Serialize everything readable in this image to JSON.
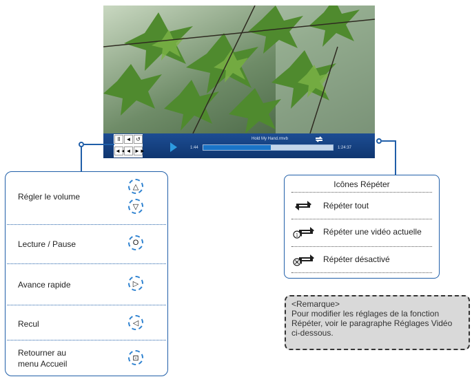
{
  "player": {
    "filename": "Hold My Hand.rmvb",
    "elapsed": "1:44",
    "total": "1:24:37",
    "progress": 0.52
  },
  "controls_pad": [
    "II",
    "◄",
    "↺",
    "◄◄",
    "◄",
    "►►"
  ],
  "left_panel": {
    "rows": [
      {
        "label": "Régler le volume",
        "icons": [
          "△",
          "▽"
        ]
      },
      {
        "label": "Lecture / Pause",
        "icons": [
          "O"
        ]
      },
      {
        "label": "Avance rapide",
        "icons": [
          "▷"
        ]
      },
      {
        "label": "Recul",
        "icons": [
          "◁"
        ]
      },
      {
        "label": "Retourner au\nmenu Accueil",
        "icons": [
          "⊡"
        ]
      }
    ]
  },
  "right_panel": {
    "title": "Icônes Répéter",
    "items": [
      {
        "label": "Répéter tout",
        "icon": "repeat-all-icon"
      },
      {
        "label": "Répéter une vidéo actuelle",
        "icon": "repeat-one-icon"
      },
      {
        "label": "Répéter désactivé",
        "icon": "repeat-off-icon"
      }
    ]
  },
  "note": {
    "title": "<Remarque>",
    "lines": [
      "Pour modifier les réglages de la fonction",
      "Répéter, voir le paragraphe Réglages Vidéo",
      "ci-dessous."
    ]
  },
  "colors": {
    "accent": "#1f5ea8",
    "bar": "#123c7a",
    "progress": "#1a74c7"
  }
}
